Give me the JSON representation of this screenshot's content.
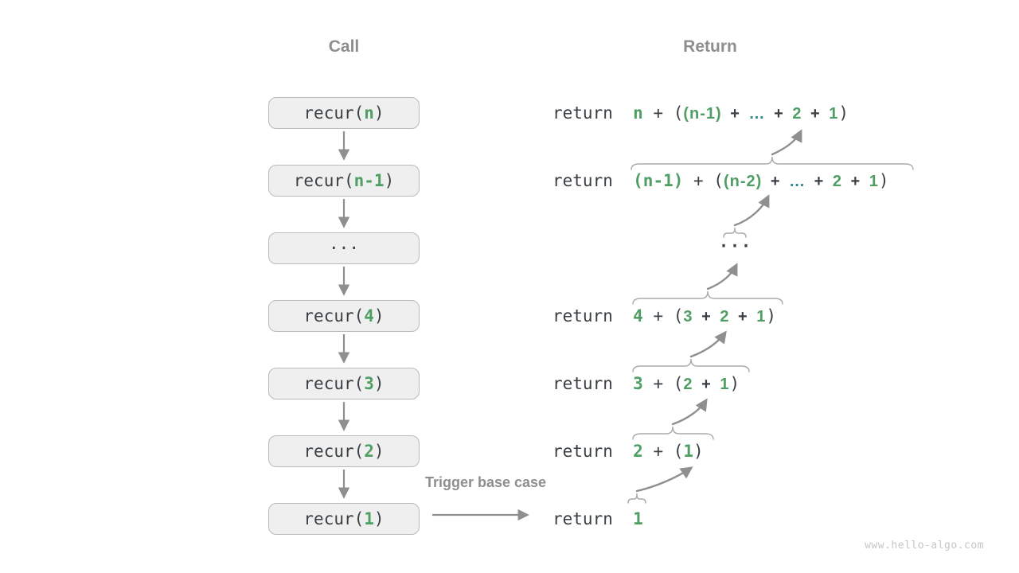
{
  "colors": {
    "dark": "#3a3f43",
    "green": "#4f9e63",
    "teal": "#2f8a8e",
    "gray": "#8e8e8e",
    "arrow": "#8f8f8f",
    "brace": "#aaaaaa",
    "box_fill": "#efefef",
    "box_border": "#bababa",
    "watermark": "#c6c6c6"
  },
  "headers": {
    "call": "Call",
    "return": "Return"
  },
  "trigger_label": "Trigger base case",
  "watermark": "www.hello-algo.com",
  "call_column": {
    "boxes": [
      {
        "name": "recur-n",
        "segments": [
          {
            "t": "recur(",
            "s": "m"
          },
          {
            "t": "n",
            "s": "g"
          },
          {
            "t": ")",
            "s": "m"
          }
        ]
      },
      {
        "name": "recur-n-1",
        "segments": [
          {
            "t": "recur(",
            "s": "m"
          },
          {
            "t": "n-1",
            "s": "g"
          },
          {
            "t": ")",
            "s": "m"
          }
        ]
      },
      {
        "name": "ellipsis",
        "segments": [
          {
            "t": "···",
            "s": "m"
          }
        ]
      },
      {
        "name": "recur-4",
        "segments": [
          {
            "t": "recur(",
            "s": "m"
          },
          {
            "t": "4",
            "s": "g"
          },
          {
            "t": ")",
            "s": "m"
          }
        ]
      },
      {
        "name": "recur-3",
        "segments": [
          {
            "t": "recur(",
            "s": "m"
          },
          {
            "t": "3",
            "s": "g"
          },
          {
            "t": ")",
            "s": "m"
          }
        ]
      },
      {
        "name": "recur-2",
        "segments": [
          {
            "t": "recur(",
            "s": "m"
          },
          {
            "t": "2",
            "s": "g"
          },
          {
            "t": ")",
            "s": "m"
          }
        ]
      },
      {
        "name": "recur-1",
        "segments": [
          {
            "t": "recur(",
            "s": "m"
          },
          {
            "t": "1",
            "s": "g"
          },
          {
            "t": ")",
            "s": "m"
          }
        ]
      }
    ]
  },
  "return_column": {
    "ellipsis": "···",
    "rows": [
      {
        "name": "return-n",
        "segments": [
          {
            "t": "return  ",
            "s": "m"
          },
          {
            "t": "n",
            "s": "g"
          },
          {
            "t": " + (",
            "s": "m"
          },
          {
            "t": "(n-1)",
            "s": "cg"
          },
          {
            "t": " + ",
            "s": "c"
          },
          {
            "t": "…",
            "s": "ct"
          },
          {
            "t": " + ",
            "s": "c"
          },
          {
            "t": "2",
            "s": "cg"
          },
          {
            "t": " + ",
            "s": "c"
          },
          {
            "t": "1",
            "s": "cg"
          },
          {
            "t": ")",
            "s": "m"
          }
        ]
      },
      {
        "name": "return-n-1",
        "segments": [
          {
            "t": "return  ",
            "s": "m"
          },
          {
            "t": "(n-1)",
            "s": "g"
          },
          {
            "t": " + (",
            "s": "m"
          },
          {
            "t": "(n-2)",
            "s": "cg"
          },
          {
            "t": " + ",
            "s": "c"
          },
          {
            "t": "…",
            "s": "ct"
          },
          {
            "t": " + ",
            "s": "c"
          },
          {
            "t": "2",
            "s": "cg"
          },
          {
            "t": " + ",
            "s": "c"
          },
          {
            "t": "1",
            "s": "cg"
          },
          {
            "t": ")",
            "s": "m"
          }
        ]
      },
      {
        "name": "return-4",
        "segments": [
          {
            "t": "return  ",
            "s": "m"
          },
          {
            "t": "4",
            "s": "g"
          },
          {
            "t": " + (",
            "s": "m"
          },
          {
            "t": "3",
            "s": "cg"
          },
          {
            "t": " + ",
            "s": "c"
          },
          {
            "t": "2",
            "s": "cg"
          },
          {
            "t": " + ",
            "s": "c"
          },
          {
            "t": "1",
            "s": "cg"
          },
          {
            "t": ")",
            "s": "m"
          }
        ]
      },
      {
        "name": "return-3",
        "segments": [
          {
            "t": "return  ",
            "s": "m"
          },
          {
            "t": "3",
            "s": "g"
          },
          {
            "t": " + (",
            "s": "m"
          },
          {
            "t": "2",
            "s": "cg"
          },
          {
            "t": " + ",
            "s": "c"
          },
          {
            "t": "1",
            "s": "cg"
          },
          {
            "t": ")",
            "s": "m"
          }
        ]
      },
      {
        "name": "return-2",
        "segments": [
          {
            "t": "return  ",
            "s": "m"
          },
          {
            "t": "2",
            "s": "g"
          },
          {
            "t": " + (",
            "s": "m"
          },
          {
            "t": "1",
            "s": "g"
          },
          {
            "t": ")",
            "s": "m"
          }
        ]
      },
      {
        "name": "return-1",
        "segments": [
          {
            "t": "return  ",
            "s": "m"
          },
          {
            "t": "1",
            "s": "g"
          }
        ]
      }
    ]
  }
}
